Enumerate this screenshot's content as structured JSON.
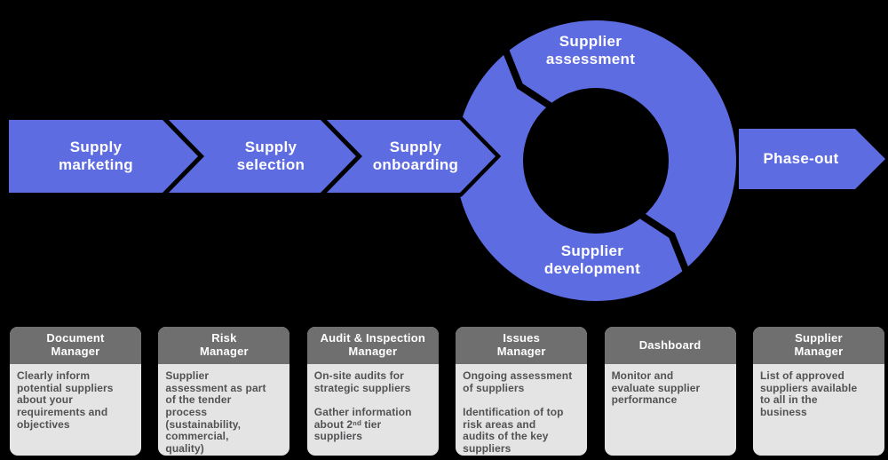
{
  "colors": {
    "accent_purple": "#5e6ce2",
    "label_text": "#ffffff",
    "card_header_bg": "#6f6f6f",
    "card_body_bg": "#e4e4e4",
    "card_body_text": "#525254",
    "background": "#000000"
  },
  "flow": {
    "arrows": [
      {
        "label": "Supply\nmarketing"
      },
      {
        "label": "Supply\nselection"
      },
      {
        "label": "Supply\nonboarding"
      }
    ],
    "cycle": {
      "top_label": "Supplier\nassessment",
      "bottom_label": "Supplier\ndevelopment"
    },
    "phase_out_label": "Phase-out"
  },
  "cards": [
    {
      "title": "Document\nManager",
      "body": "Clearly inform\npotential suppliers\nabout your\nrequirements and\nobjectives"
    },
    {
      "title": "Risk\nManager",
      "body": "Supplier\nassessment as part\nof the tender\nprocess\n(sustainability,\ncommercial,\nquality)"
    },
    {
      "title": "Audit & Inspection\nManager",
      "body": "On-site audits for\nstrategic suppliers\n\nGather information\nabout 2ⁿᵈ tier\nsuppliers"
    },
    {
      "title": "Issues\nManager",
      "body": "Ongoing assessment\nof suppliers\n\nIdentification of top\nrisk areas and\naudits of the key\nsuppliers"
    },
    {
      "title": "Dashboard",
      "body": "Monitor and\nevaluate supplier\nperformance"
    },
    {
      "title": "Supplier\nManager",
      "body": "List of approved\nsuppliers available\nto all in the\nbusiness"
    }
  ]
}
